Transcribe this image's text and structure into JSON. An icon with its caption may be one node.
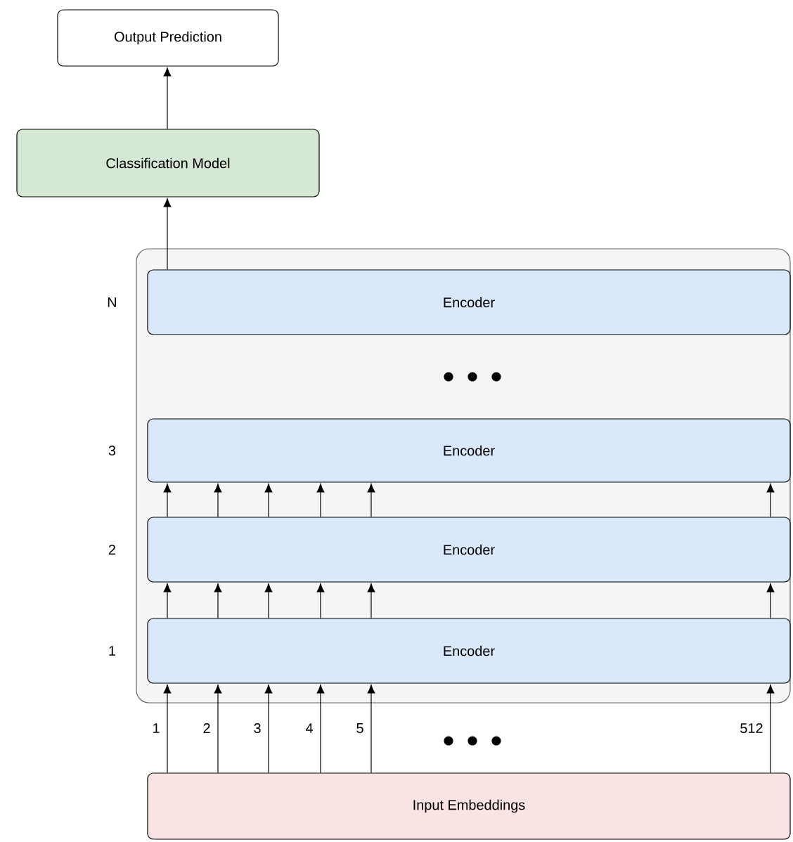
{
  "diagram": {
    "nodes": [
      {
        "text": [
          "Output Prediction"
        ]
      },
      {
        "text": [
          "Classification Model"
        ]
      },
      {
        "text": [],
        "shape": "box"
      },
      {
        "text": [
          "Encoder"
        ],
        "beside": [
          "N"
        ],
        "in": 2
      },
      {
        "text": [
          "Encoder"
        ],
        "beside": [
          "3"
        ],
        "in": 2
      },
      {
        "text": [
          "Encoder"
        ],
        "beside": [
          "2"
        ],
        "in": 2
      },
      {
        "text": [
          "Encoder"
        ],
        "beside": [
          "1"
        ],
        "in": 2
      },
      {
        "text": [
          "Input Embeddings"
        ]
      }
    ],
    "edges": [
      {
        "from": 1,
        "to": 0,
        "arrow": "to"
      },
      {
        "from": 3,
        "to": 1,
        "arrow": "to"
      },
      {
        "from": 5,
        "to": 4,
        "arrow": "to"
      },
      {
        "from": 5,
        "to": 4,
        "arrow": "to"
      },
      {
        "from": 5,
        "to": 4,
        "arrow": "to"
      },
      {
        "from": 5,
        "to": 4,
        "arrow": "to"
      },
      {
        "from": 5,
        "to": 4,
        "arrow": "to"
      },
      {
        "from": 5,
        "to": 4,
        "arrow": "to"
      },
      {
        "from": 6,
        "to": 5,
        "arrow": "to"
      },
      {
        "from": 6,
        "to": 5,
        "arrow": "to"
      },
      {
        "from": 6,
        "to": 5,
        "arrow": "to"
      },
      {
        "from": 6,
        "to": 5,
        "arrow": "to"
      },
      {
        "from": 6,
        "to": 5,
        "arrow": "to"
      },
      {
        "from": 6,
        "to": 5,
        "arrow": "to"
      },
      {
        "from": 7,
        "to": 6,
        "arrow": "to",
        "label": "1"
      },
      {
        "from": 7,
        "to": 6,
        "arrow": "to",
        "label": "2"
      },
      {
        "from": 7,
        "to": 6,
        "arrow": "to",
        "label": "3"
      },
      {
        "from": 7,
        "to": 6,
        "arrow": "to",
        "label": "4"
      },
      {
        "from": 7,
        "to": 6,
        "arrow": "to",
        "label": "5"
      },
      {
        "from": 7,
        "to": 6,
        "arrow": "to",
        "label": "512"
      }
    ]
  }
}
